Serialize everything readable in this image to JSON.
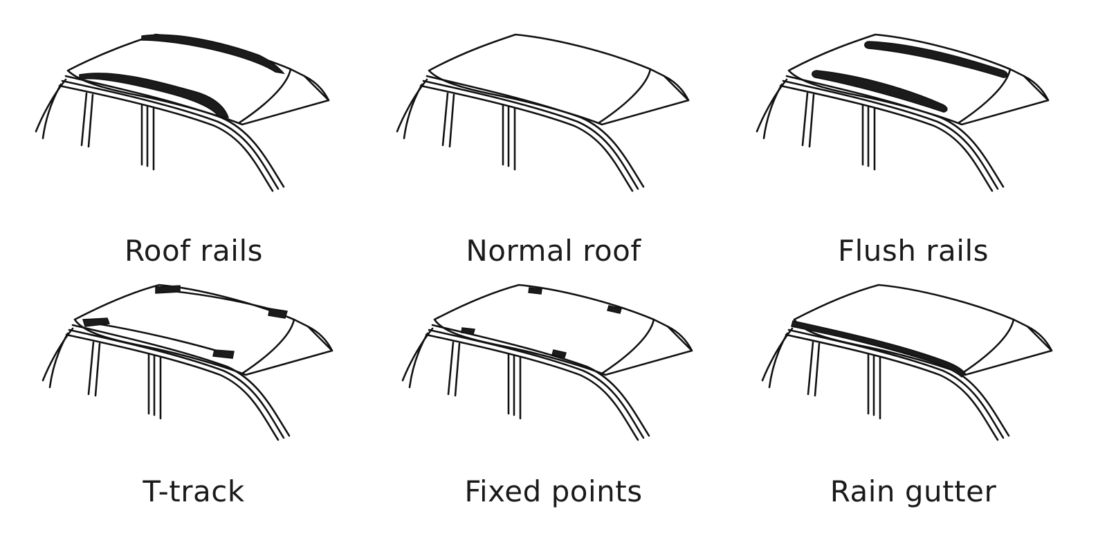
{
  "roof_types": [
    {
      "label": "Roof rails",
      "feature": "roof-rails"
    },
    {
      "label": "Normal roof",
      "feature": "none"
    },
    {
      "label": "Flush rails",
      "feature": "flush-rails"
    },
    {
      "label": "T-track",
      "feature": "t-track"
    },
    {
      "label": "Fixed points",
      "feature": "fixed-points"
    },
    {
      "label": "Rain gutter",
      "feature": "rain-gutter"
    }
  ],
  "colors": {
    "line": "#111111",
    "background": "#ffffff"
  }
}
